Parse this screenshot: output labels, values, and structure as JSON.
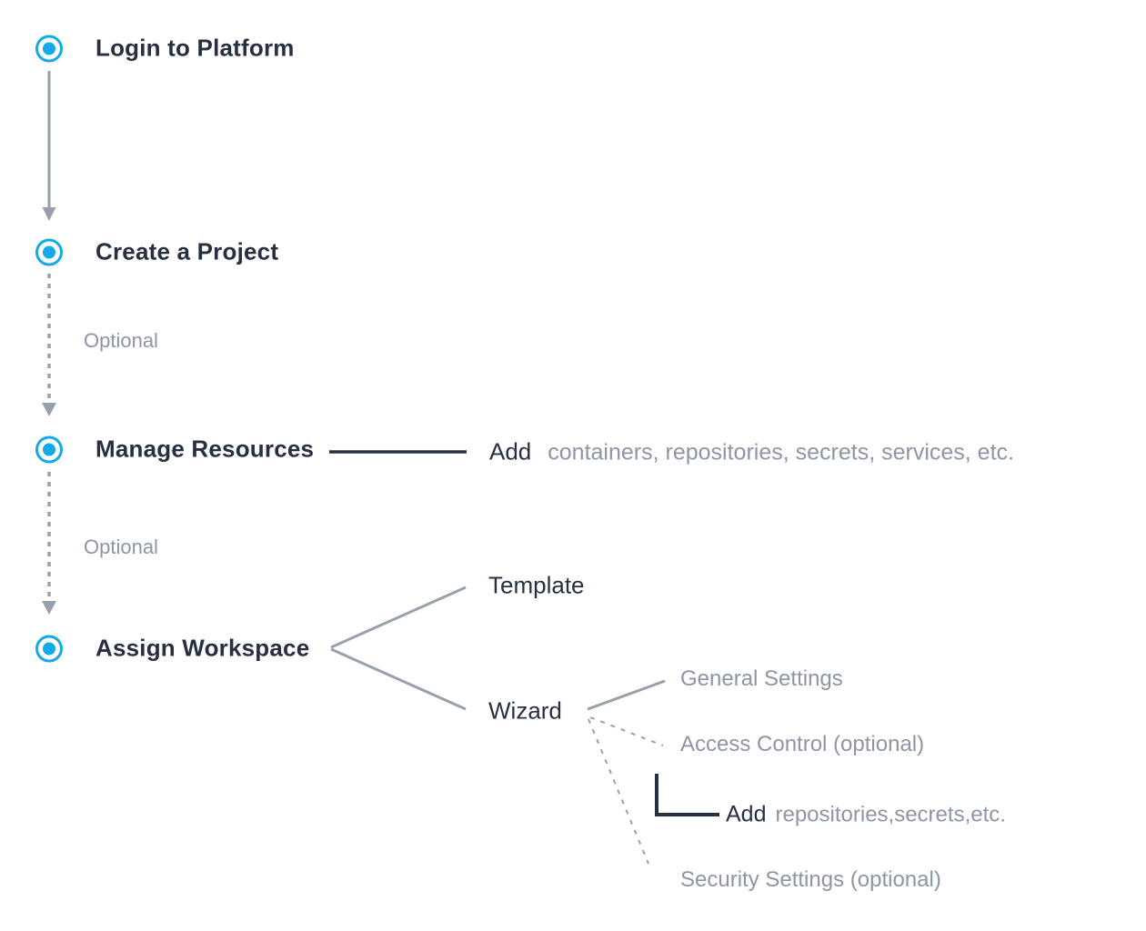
{
  "colors": {
    "accent_blue": "#14a9e9",
    "text_dark": "#263040",
    "text_gray": "#8e95a3",
    "line_gray": "#98a0ab",
    "line_dark": "#263040"
  },
  "steps": [
    {
      "label": "Login to Platform"
    },
    {
      "label": "Create a Project"
    },
    {
      "label": "Manage Resources"
    },
    {
      "label": "Assign Workspace"
    }
  ],
  "optional_labels": {
    "first": "Optional",
    "second": "Optional"
  },
  "manage_resources_note": {
    "action": "Add",
    "detail": "containers, repositories, secrets, services, etc."
  },
  "assign_workspace_options": {
    "template": "Template",
    "wizard": "Wizard"
  },
  "wizard_steps": {
    "general": "General Settings",
    "access": "Access Control (optional)",
    "add_note": {
      "action": "Add",
      "detail": "repositories,secrets,etc."
    },
    "security": "Security Settings (optional)"
  }
}
